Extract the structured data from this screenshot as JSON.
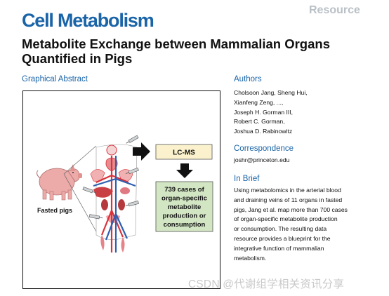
{
  "header": {
    "journal": "Cell Metabolism",
    "article_type": "Resource",
    "title": "Metabolite Exchange between Mammalian Organs Quantified in Pigs"
  },
  "graphical_abstract": {
    "heading": "Graphical Abstract",
    "animal_label": "Fasted pigs",
    "method_label": "LC-MS",
    "result_lines": [
      "739 cases of",
      "organ-specific",
      "metabolite",
      "production or",
      "consumption"
    ]
  },
  "authors": {
    "heading": "Authors",
    "lines": [
      "Cholsoon Jang, Sheng Hui,",
      "Xianfeng Zeng, ...,",
      "Joseph H. Gorman III,",
      "Robert C. Gorman,",
      "Joshua D. Rabinowitz"
    ]
  },
  "correspondence": {
    "heading": "Correspondence",
    "email": "joshr@princeton.edu"
  },
  "in_brief": {
    "heading": "In Brief",
    "lines": [
      "Using metabolomics in the arterial blood",
      "and draining veins of 11 organs in fasted",
      "pigs, Jang et al. map more than 700 cases",
      "of organ-specific metabolite production",
      "or consumption. The resulting data",
      "resource provides a blueprint for the",
      "integrative function of mammalian",
      "metabolism."
    ]
  },
  "watermark": "CSDN @代谢组学相关资讯分享",
  "colors": {
    "journal_blue": "#1a64a8",
    "resource_gray": "#b9c0c6",
    "pig_pink": "#ecaaa8",
    "vessel_red": "#d8333a",
    "vessel_blue": "#2f5fb0",
    "result_green": "#d3e6c4",
    "lcms_yellow": "#fbf2cd"
  }
}
